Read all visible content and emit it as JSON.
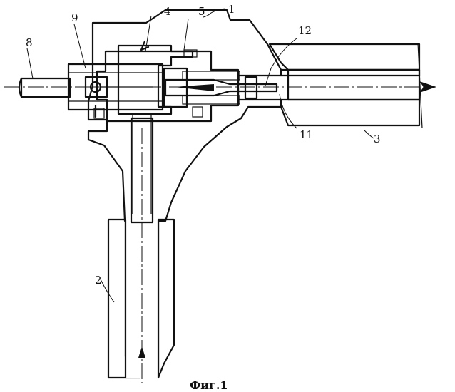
{
  "figure": {
    "caption": "Фиг.1",
    "labels": [
      {
        "id": "label-1",
        "text": "1"
      },
      {
        "id": "label-2",
        "text": "2"
      },
      {
        "id": "label-3",
        "text": "3"
      },
      {
        "id": "label-4",
        "text": "4"
      },
      {
        "id": "label-5",
        "text": "5"
      },
      {
        "id": "label-8",
        "text": "8"
      },
      {
        "id": "label-9",
        "text": "9"
      },
      {
        "id": "label-11",
        "text": "11"
      },
      {
        "id": "label-12",
        "text": "12"
      }
    ]
  }
}
